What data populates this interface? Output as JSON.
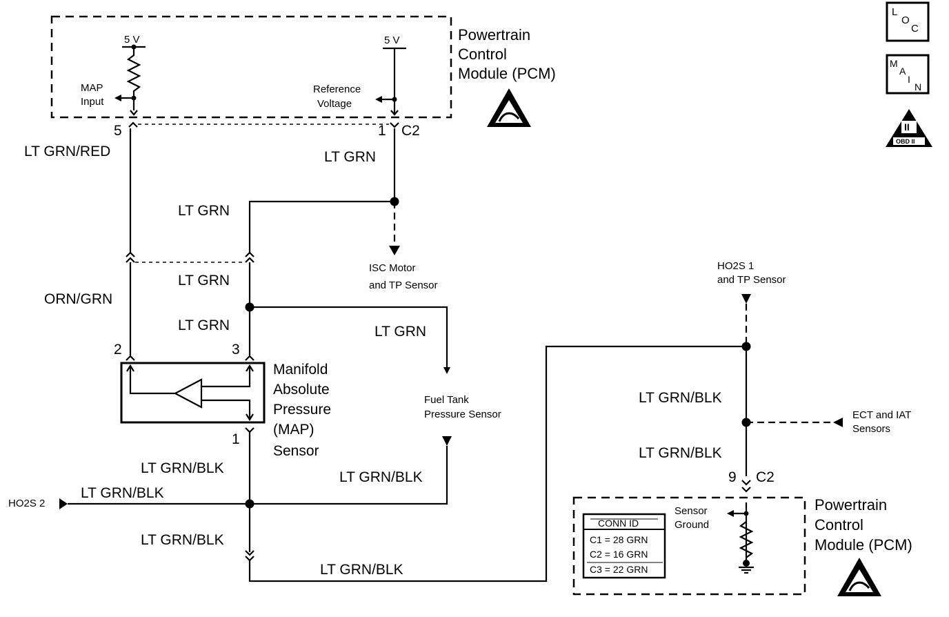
{
  "pcm_top": {
    "title_lines": [
      "Powertrain",
      "Control",
      "Module (PCM)"
    ],
    "v5_left": "5 V",
    "v5_right": "5 V",
    "map_input_lines": [
      "MAP",
      "Input"
    ],
    "ref_voltage_lines": [
      "Reference",
      "Voltage"
    ]
  },
  "pcm_bottom": {
    "title_lines": [
      "Powertrain",
      "Control",
      "Module (PCM)"
    ],
    "sensor_ground_lines": [
      "Sensor",
      "Ground"
    ],
    "conn_id": {
      "header": "CONN ID",
      "rows": [
        "C1 = 28 GRN",
        "C2 = 16 GRN",
        "C3 = 22 GRN"
      ]
    }
  },
  "icons": {
    "loc": [
      "L",
      "O",
      "C"
    ],
    "main": [
      "M",
      "A",
      "I",
      "N"
    ],
    "obd": [
      "II",
      "OBD II"
    ]
  },
  "pins": {
    "p5": "5",
    "p1_top": "1",
    "c2_top": "C2",
    "p2": "2",
    "p3": "3",
    "p1_sensor": "1",
    "p9": "9",
    "c2_bottom": "C2"
  },
  "wires": {
    "lt_grn_red": "LT GRN/RED",
    "lt_grn_ref": "LT GRN",
    "lt_grn_a": "LT GRN",
    "lt_grn_b": "LT GRN",
    "lt_grn_c": "LT GRN",
    "lt_grn_fuel": "LT GRN",
    "orn_grn": "ORN/GRN",
    "lt_grn_blk_1": "LT GRN/BLK",
    "lt_grn_blk_2": "LT GRN/BLK",
    "lt_grn_blk_3": "LT GRN/BLK",
    "lt_grn_blk_fuel": "LT GRN/BLK",
    "lt_grn_blk_bottom": "LT GRN/BLK",
    "lt_grn_blk_r1": "LT GRN/BLK",
    "lt_grn_blk_r2": "LT GRN/BLK"
  },
  "components": {
    "isc_lines": [
      "ISC Motor",
      "and TP Sensor"
    ],
    "map_sensor_lines": [
      "Manifold",
      "Absolute",
      "Pressure",
      "(MAP)",
      "Sensor"
    ],
    "fuel_tank_lines": [
      "Fuel Tank",
      "Pressure Sensor"
    ],
    "ho2s1_lines": [
      "HO2S 1",
      "and TP Sensor"
    ],
    "ect_iat_lines": [
      "ECT and IAT",
      "Sensors"
    ],
    "ho2s2": "HO2S 2"
  }
}
